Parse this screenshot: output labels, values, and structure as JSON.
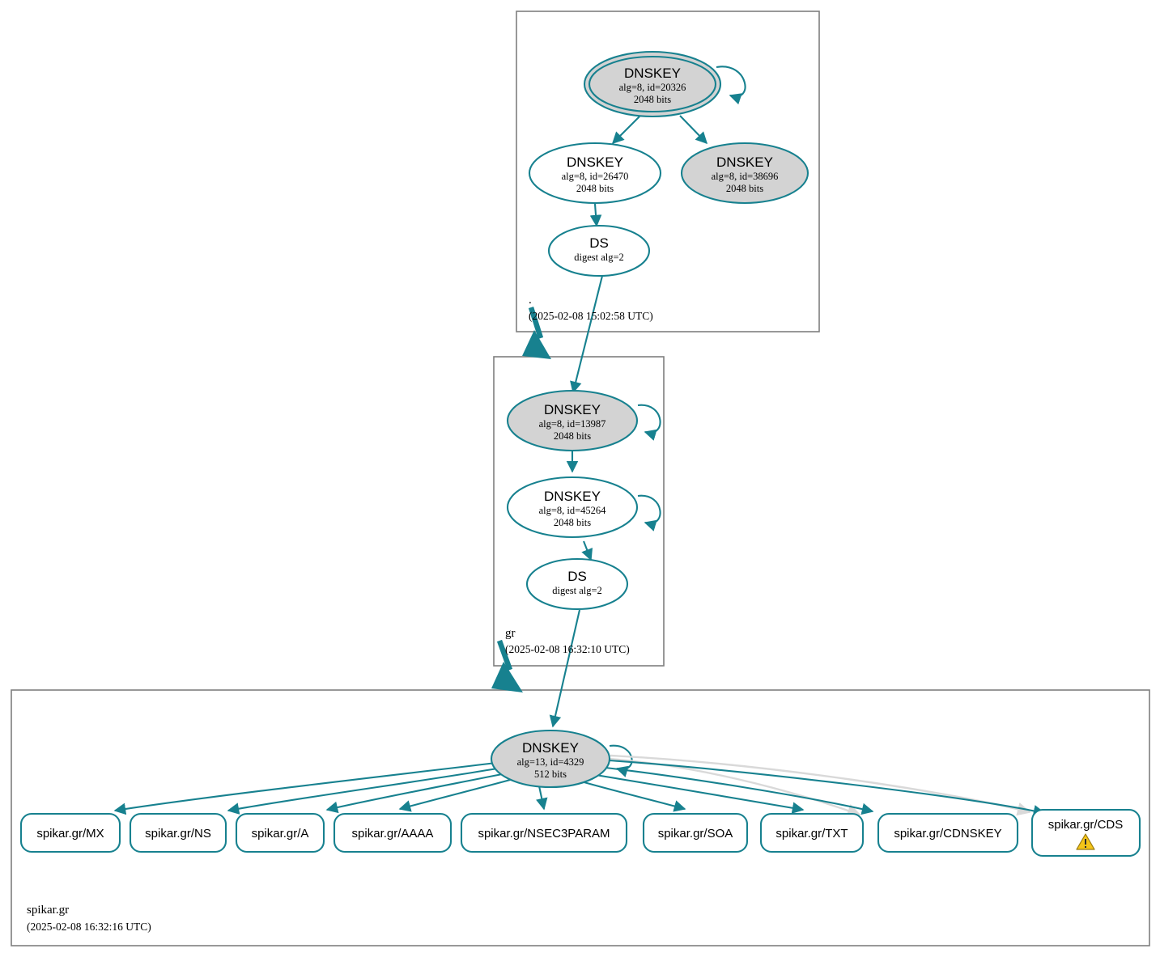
{
  "diagram": {
    "type": "dnssec-authentication-chain",
    "colors": {
      "edge_secure": "#17818f",
      "edge_insecure": "#d9d9d9",
      "node_fill_sep": "#d3d3d3",
      "node_fill_zsk": "#ffffff",
      "zone_border": "#7f7f7f",
      "warning": "#f5c518"
    }
  },
  "zones": [
    {
      "id": "root",
      "name": ".",
      "timestamp": "(2025-02-08 15:02:58 UTC)",
      "nodes": [
        {
          "id": "root-ksk",
          "type": "DNSKEY",
          "line2": "alg=8, id=20326",
          "line3": "2048 bits",
          "role": "trust-anchor"
        },
        {
          "id": "root-zsk",
          "type": "DNSKEY",
          "line2": "alg=8, id=26470",
          "line3": "2048 bits",
          "role": "zsk"
        },
        {
          "id": "root-ksk2",
          "type": "DNSKEY",
          "line2": "alg=8, id=38696",
          "line3": "2048 bits",
          "role": "sep"
        },
        {
          "id": "root-ds",
          "type": "DS",
          "line2": "digest alg=2",
          "line3": "",
          "role": "ds"
        }
      ]
    },
    {
      "id": "gr",
      "name": "gr",
      "timestamp": "(2025-02-08 16:32:10 UTC)",
      "nodes": [
        {
          "id": "gr-ksk",
          "type": "DNSKEY",
          "line2": "alg=8, id=13987",
          "line3": "2048 bits",
          "role": "sep"
        },
        {
          "id": "gr-zsk",
          "type": "DNSKEY",
          "line2": "alg=8, id=45264",
          "line3": "2048 bits",
          "role": "zsk"
        },
        {
          "id": "gr-ds",
          "type": "DS",
          "line2": "digest alg=2",
          "line3": "",
          "role": "ds"
        }
      ]
    },
    {
      "id": "spikar",
      "name": "spikar.gr",
      "timestamp": "(2025-02-08 16:32:16 UTC)",
      "nodes": [
        {
          "id": "spikar-key",
          "type": "DNSKEY",
          "line2": "alg=13, id=4329",
          "line3": "512 bits",
          "role": "sep"
        }
      ],
      "rrsets": [
        {
          "id": "rr-mx",
          "label": "spikar.gr/MX",
          "warning": false
        },
        {
          "id": "rr-ns",
          "label": "spikar.gr/NS",
          "warning": false
        },
        {
          "id": "rr-a",
          "label": "spikar.gr/A",
          "warning": false
        },
        {
          "id": "rr-aaaa",
          "label": "spikar.gr/AAAA",
          "warning": false
        },
        {
          "id": "rr-nsec3param",
          "label": "spikar.gr/NSEC3PARAM",
          "warning": false
        },
        {
          "id": "rr-soa",
          "label": "spikar.gr/SOA",
          "warning": false
        },
        {
          "id": "rr-txt",
          "label": "spikar.gr/TXT",
          "warning": false
        },
        {
          "id": "rr-cdnskey",
          "label": "spikar.gr/CDNSKEY",
          "warning": false
        },
        {
          "id": "rr-cds",
          "label": "spikar.gr/CDS",
          "warning": true,
          "warning_icon": "warning-triangle-icon"
        }
      ]
    }
  ]
}
